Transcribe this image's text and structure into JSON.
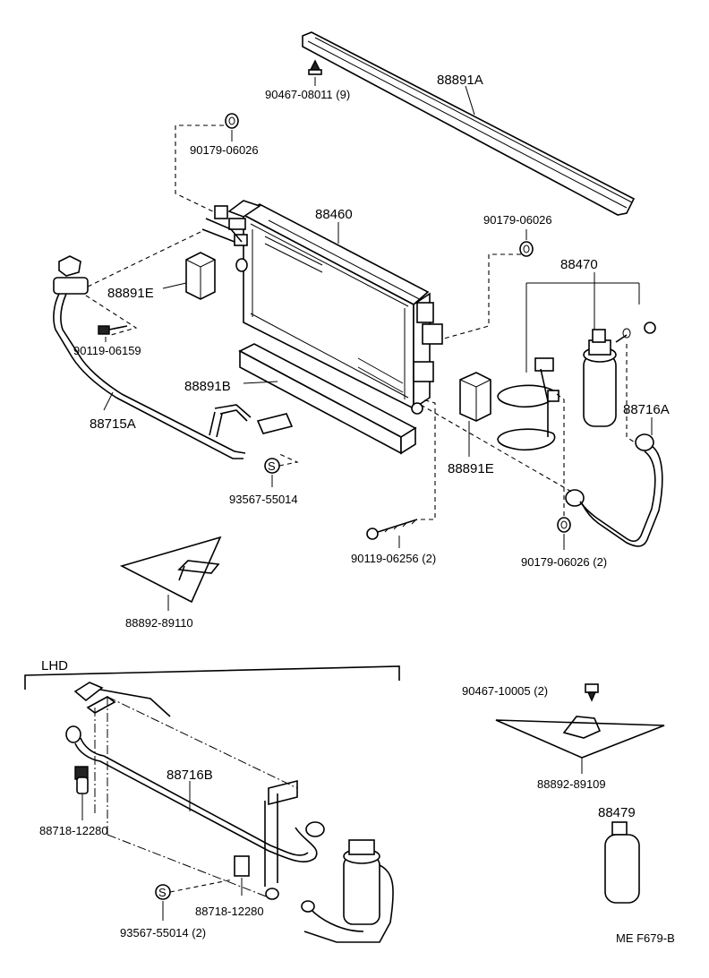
{
  "labels": {
    "p1": "90467-08011 (9)",
    "p2": "88891A",
    "p3": "90179-06026",
    "p4": "88460",
    "p5": "90179-06026",
    "p6": "88891E",
    "p7": "88470",
    "p8": "90119-06159",
    "p9": "88891B",
    "p10": "88715A",
    "p11": "88716A",
    "p12": "88891E",
    "p13": "93567-55014",
    "p14": "90119-06256 (2)",
    "p15": "90179-06026 (2)",
    "p16": "88892-89110",
    "p17": "LHD",
    "p18": "90467-10005 (2)",
    "p19": "88716B",
    "p20": "88892-89109",
    "p21": "88479",
    "p22": "88718-12280",
    "p23": "88718-12280",
    "p24": "93567-55014 (2)",
    "p25": "ME F679-B",
    "stamp_s": "S"
  }
}
